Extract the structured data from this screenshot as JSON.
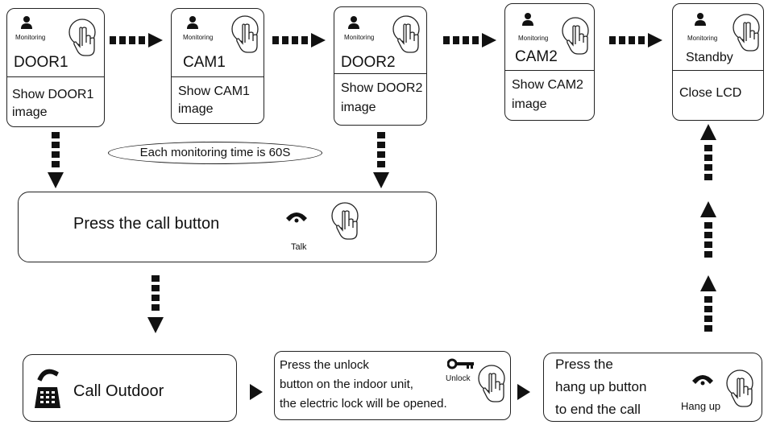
{
  "monitor_screens": [
    {
      "small": "Monitoring",
      "title": "DOOR1",
      "desc1": "Show DOOR1",
      "desc2": "image"
    },
    {
      "small": "Monitoring",
      "title": "CAM1",
      "desc1": "Show  CAM1",
      "desc2": "image"
    },
    {
      "small": "Monitoring",
      "title": "DOOR2",
      "desc1": "Show DOOR2",
      "desc2": "image"
    },
    {
      "small": "Monitoring",
      "title": "CAM2",
      "desc1": "Show CAM2",
      "desc2": "image"
    },
    {
      "small": "Monitoring",
      "title": "Standby",
      "desc1": "Close LCD",
      "desc2": ""
    }
  ],
  "note": "Each monitoring time is 60S",
  "call_box": {
    "text": "Press the call button",
    "icon_label": "Talk"
  },
  "outdoor_box": {
    "text": "Call Outdoor"
  },
  "unlock_box": {
    "line1": "Press the unlock",
    "line2": "button on the indoor unit,",
    "line3": "the electric lock will be opened.",
    "icon_label": "Unlock"
  },
  "hangup_box": {
    "line1": "Press the",
    "line2": "hang up button",
    "line3": "to end the call",
    "icon_label": "Hang up"
  },
  "icons": {
    "person": "person-icon",
    "hand": "hand-pointer-icon",
    "handset": "handset-icon",
    "key": "key-icon",
    "phone": "desk-phone-icon"
  }
}
